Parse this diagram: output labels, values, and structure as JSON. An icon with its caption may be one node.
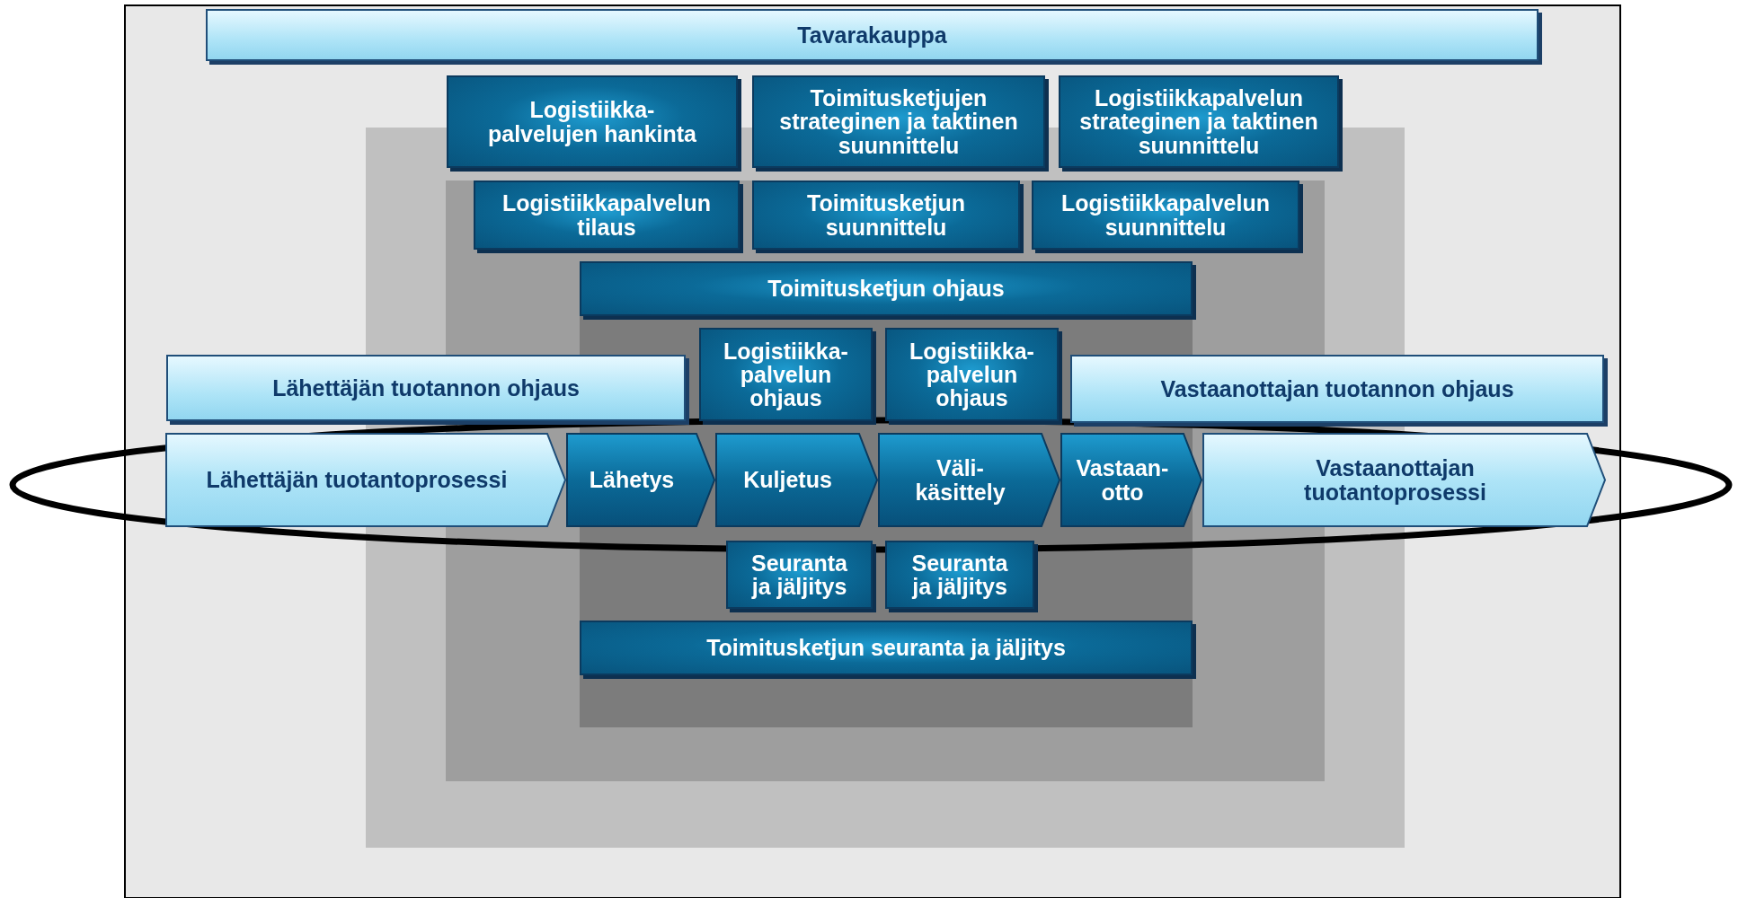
{
  "diagram": {
    "nodes": [
      {
        "text": [
          "Tavarakauppa"
        ]
      },
      {
        "text": [
          "Logistiikka-palvelujen hankinta"
        ]
      },
      {
        "text": [
          "Toimitusketjujen strateginen ja taktinen suunnittelu"
        ]
      },
      {
        "text": [
          "Logistiikkapalvelun strateginen ja taktinen suunnittelu"
        ]
      },
      {
        "text": [
          "Logistiikkapalvelun tilaus"
        ]
      },
      {
        "text": [
          "Toimitusketjun suunnittelu"
        ]
      },
      {
        "text": [
          "Logistiikkapalvelun suunnittelu"
        ]
      },
      {
        "text": [
          "Toimitusketjun ohjaus"
        ]
      },
      {
        "text": [
          "Logistiikka-palvelun ohjaus"
        ]
      },
      {
        "text": [
          "Logistiikka-palvelun ohjaus"
        ]
      },
      {
        "text": [
          "Lähettäjän tuotannon ohjaus"
        ]
      },
      {
        "text": [
          "Vastaanottajan tuotannon ohjaus"
        ]
      },
      {
        "text": [
          "Lähettäjän tuotantoprosessi"
        ]
      },
      {
        "text": [
          "Lähetys"
        ]
      },
      {
        "text": [
          "Kuljetus"
        ]
      },
      {
        "text": [
          "Väli-käsittely"
        ]
      },
      {
        "text": [
          "Vastaan-otto"
        ]
      },
      {
        "text": [
          "Vastaanottajan tuotantoprosessi"
        ]
      },
      {
        "text": [
          "Seuranta ja jäljitys"
        ]
      },
      {
        "text": [
          "Seuranta ja jäljitys"
        ]
      },
      {
        "text": [
          "Toimitusketjun seuranta ja jäljitys"
        ]
      }
    ]
  }
}
